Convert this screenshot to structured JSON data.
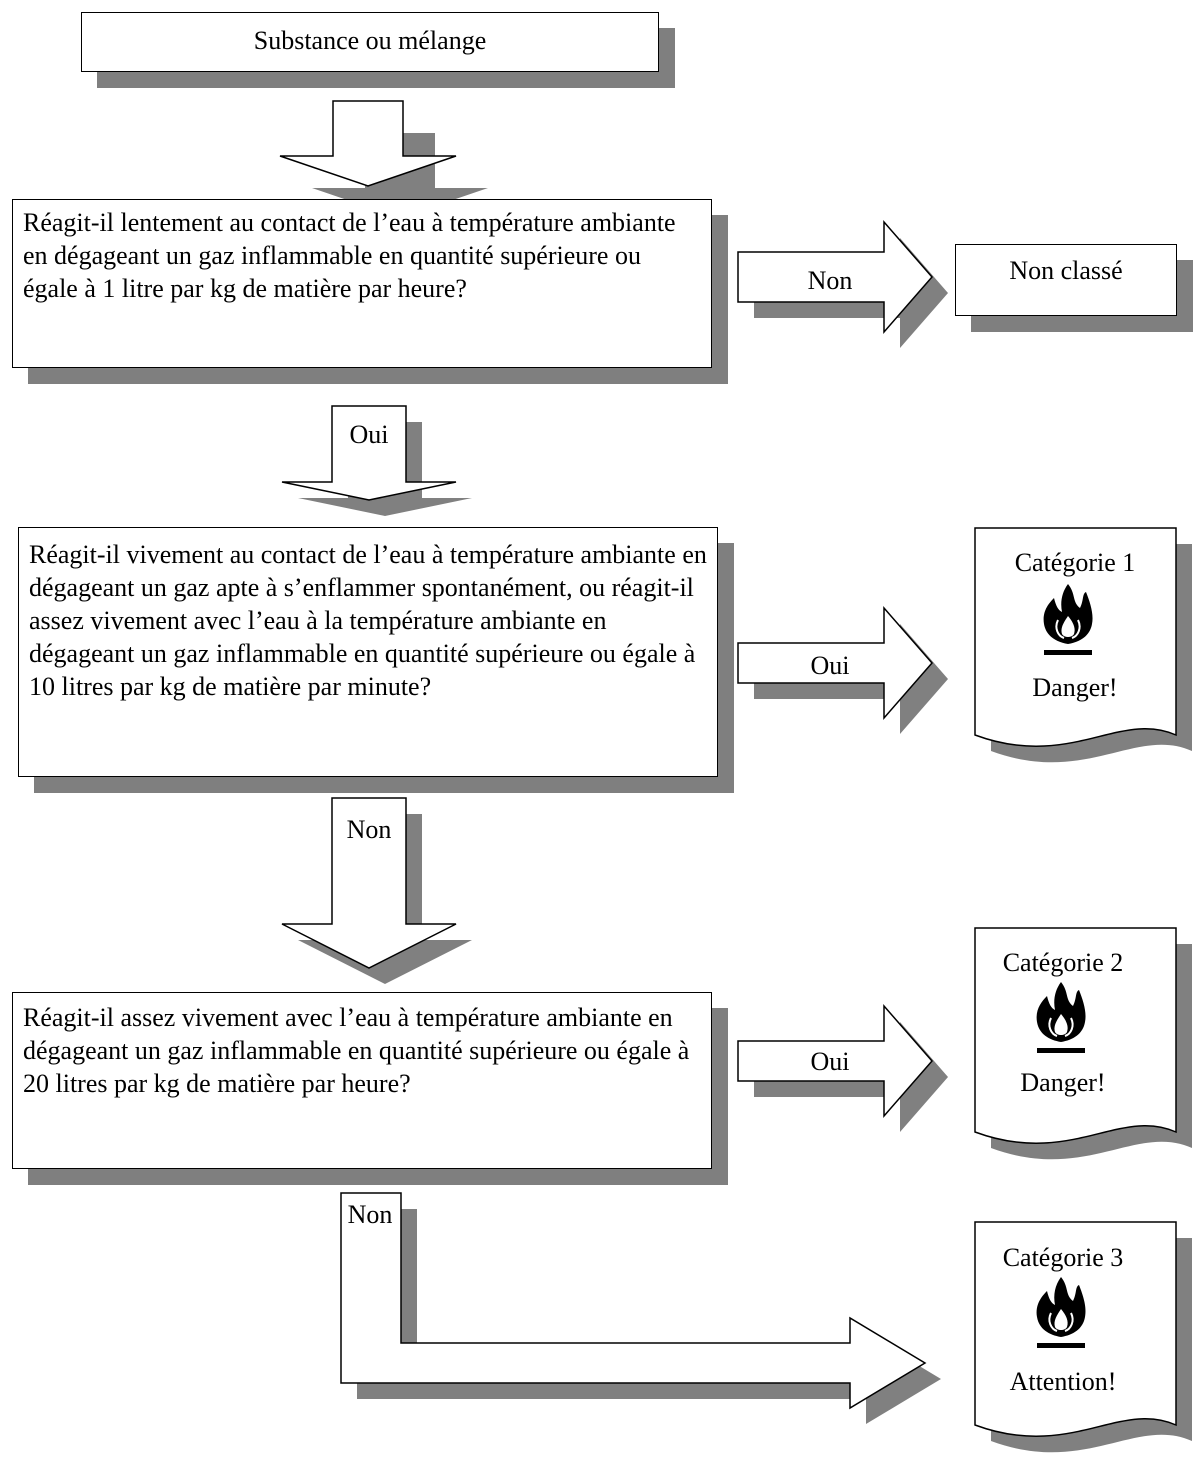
{
  "start": {
    "label": "Substance ou mélange"
  },
  "questions": [
    {
      "text": "Réagit-il lentement au contact de l’eau à  température ambiante en dégageant un gaz inflammable en quantité supérieure ou égale à 1 litre par kg de matière par heure?"
    },
    {
      "text": "Réagit-il vivement au contact de l’eau à  température ambiante en dégageant un gaz apte à s’enflammer spontanément, ou réagit-il assez vivement avec l’eau à la température ambiante en dégageant un gaz inflammable en quantité supérieure ou égale à 10 litres par kg de matière par minute?"
    },
    {
      "text": "Réagit-il assez vivement avec l’eau à température ambiante en  dégageant un gaz inflammable en quantité supérieure ou égale à 20 litres par kg de matière par heure?"
    }
  ],
  "arrows": {
    "q1_no": "Non",
    "q1_yes": "Oui",
    "q2_yes": "Oui",
    "q2_no": "Non",
    "q3_yes": "Oui",
    "q3_no": "Non"
  },
  "results": {
    "not_classified": "Non classé",
    "cat1": {
      "title": "Catégorie 1",
      "signal": "Danger!",
      "icon": "flame-pictogram-icon"
    },
    "cat2": {
      "title": "Catégorie 2",
      "signal": "Danger!",
      "icon": "flame-pictogram-icon"
    },
    "cat3": {
      "title": "Catégorie 3",
      "signal": "Attention!",
      "icon": "flame-pictogram-icon"
    }
  }
}
